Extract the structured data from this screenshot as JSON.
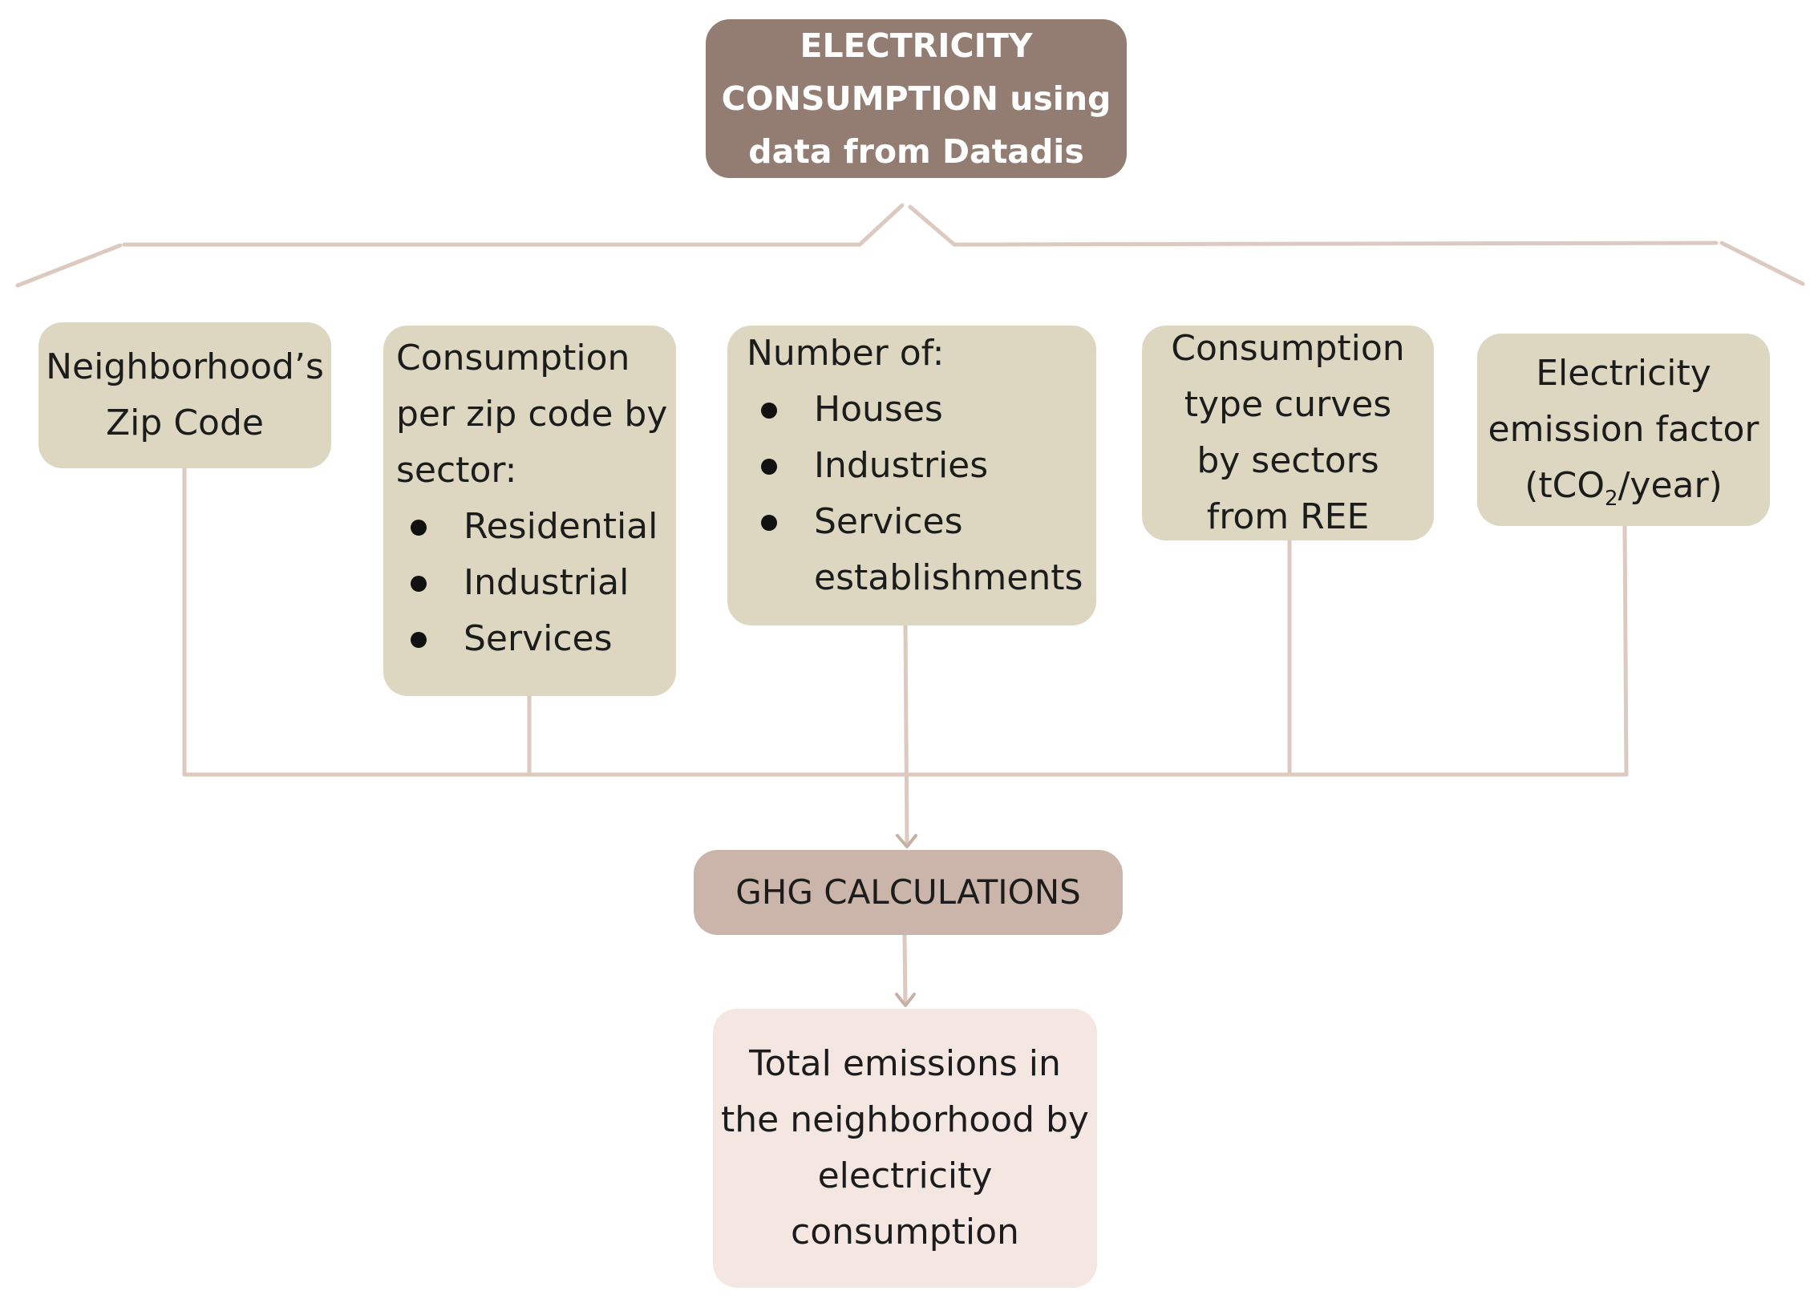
{
  "title_node": {
    "line1": "ELECTRICITY",
    "line2": "CONSUMPTION using",
    "line3": "data from Datadis"
  },
  "inputs": {
    "zip_code": {
      "line1": "Neighborhood’s",
      "line2": "Zip Code"
    },
    "consumption": {
      "line1": "Consumption",
      "line2": "per zip code by",
      "line3": "sector:",
      "items": [
        "Residential",
        "Industrial",
        "Services"
      ]
    },
    "number_of": {
      "heading": "Number of:",
      "items": [
        "Houses",
        "Industries",
        "Services"
      ],
      "continuation": "establishments"
    },
    "curves": {
      "line1": "Consumption",
      "line2": "type curves",
      "line3": "by sectors",
      "line4": "from REE"
    },
    "emission_factor": {
      "line1": "Electricity",
      "line2": "emission factor",
      "line3_prefix": "(tCO",
      "line3_sub": "2",
      "line3_suffix": "/year)"
    }
  },
  "ghg_node": {
    "label": "GHG CALCULATIONS"
  },
  "output_node": {
    "line1": "Total emissions in",
    "line2": "the neighborhood by",
    "line3": "electricity",
    "line4": "consumption"
  },
  "colors": {
    "title_fill": "#937d72",
    "input_fill": "#ddd7c2",
    "ghg_fill": "#cbb5aa",
    "output_fill": "#f4e6e1",
    "connector": "#dcc9bf"
  }
}
